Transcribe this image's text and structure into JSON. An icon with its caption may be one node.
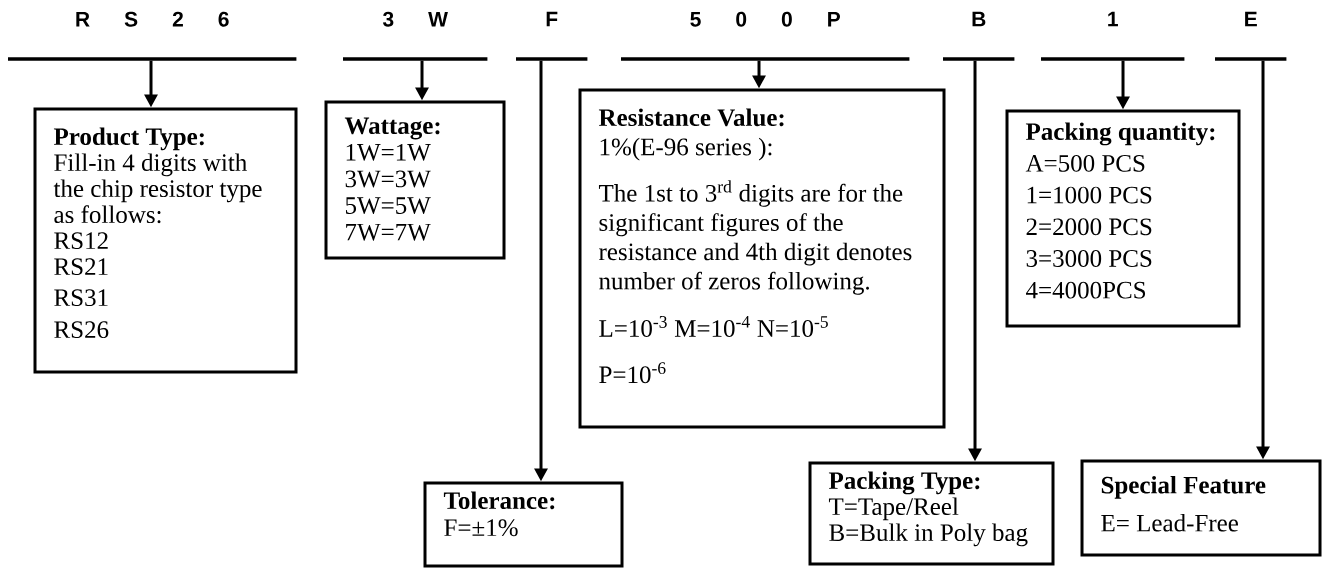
{
  "diagram": {
    "nodes": [
      {
        "text": [
          "R S 2 6"
        ]
      },
      {
        "text": [
          "3 W"
        ]
      },
      {
        "text": [
          "F"
        ]
      },
      {
        "text": [
          "5 0 0 P"
        ]
      },
      {
        "text": [
          "B"
        ]
      },
      {
        "text": [
          "1"
        ]
      },
      {
        "text": [
          "E"
        ]
      },
      {
        "text": [
          "Product Type:",
          "Fill-in 4 digits with the chip resistor type as follows:",
          "RS12",
          "RS21",
          "RS31",
          "RS26"
        ]
      },
      {
        "text": [
          "Wattage:",
          "1W=1W",
          "3W=3W",
          "5W=5W",
          "7W=7W"
        ]
      },
      {
        "text": [
          "Resistance Value:",
          "1%(E-96 series ):",
          "The 1st to 3$^{rd}$ digits are for the significant figures of the resistance and 4th digit denotes number of zeros following.",
          "L=10$^{-3}$  M=10$^{-4}$ N=10$^{-5}$",
          "P=10$^{-6}$"
        ]
      },
      {
        "text": [
          "Packing quantity:",
          "A=500 PCS",
          "1=1000 PCS",
          "2=2000 PCS",
          "3=3000 PCS",
          "4=4000PCS"
        ]
      },
      {
        "text": [
          "Tolerance:",
          "F=±1%"
        ]
      },
      {
        "text": [
          "Packing Type:",
          "T=Tape/Reel",
          "B=Bulk in Poly bag"
        ]
      },
      {
        "text": [
          "Special Feature",
          "E= Lead-Free"
        ]
      }
    ],
    "edges": [
      {
        "from": 0,
        "to": 7,
        "arrow": "to"
      },
      {
        "from": 1,
        "to": 8,
        "arrow": "to"
      },
      {
        "from": 2,
        "to": 11,
        "arrow": "to"
      },
      {
        "from": 3,
        "to": 9,
        "arrow": "to"
      },
      {
        "from": 4,
        "to": 12,
        "arrow": "to"
      },
      {
        "from": 5,
        "to": 10,
        "arrow": "to"
      },
      {
        "from": 6,
        "to": 13,
        "arrow": "to"
      }
    ]
  }
}
